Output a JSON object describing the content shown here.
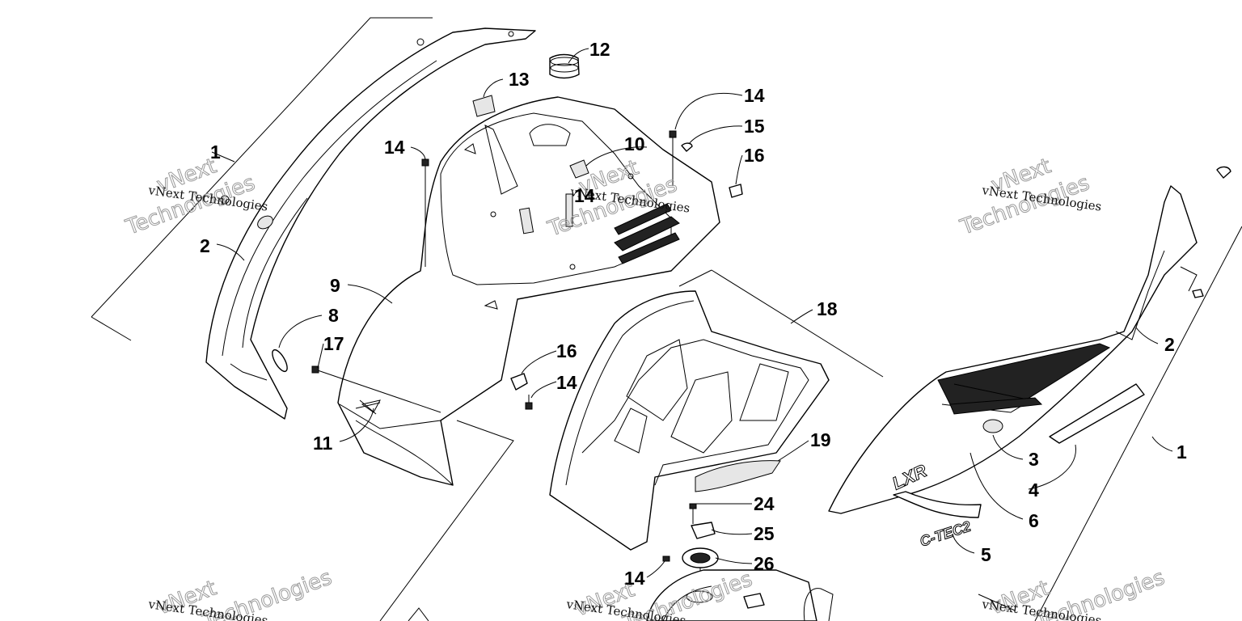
{
  "diagram": {
    "callouts": [
      "1",
      "2",
      "3",
      "4",
      "5",
      "6",
      "8",
      "9",
      "10",
      "11",
      "12",
      "13",
      "14",
      "15",
      "16",
      "17",
      "18",
      "19",
      "24",
      "25",
      "26"
    ],
    "watermark": {
      "company_line": "vNext Technologies",
      "brand_line_1": "vNext",
      "brand_line_2": "Technologies"
    },
    "decals": {
      "model": "LXR",
      "engine": "C-TEC2"
    }
  }
}
